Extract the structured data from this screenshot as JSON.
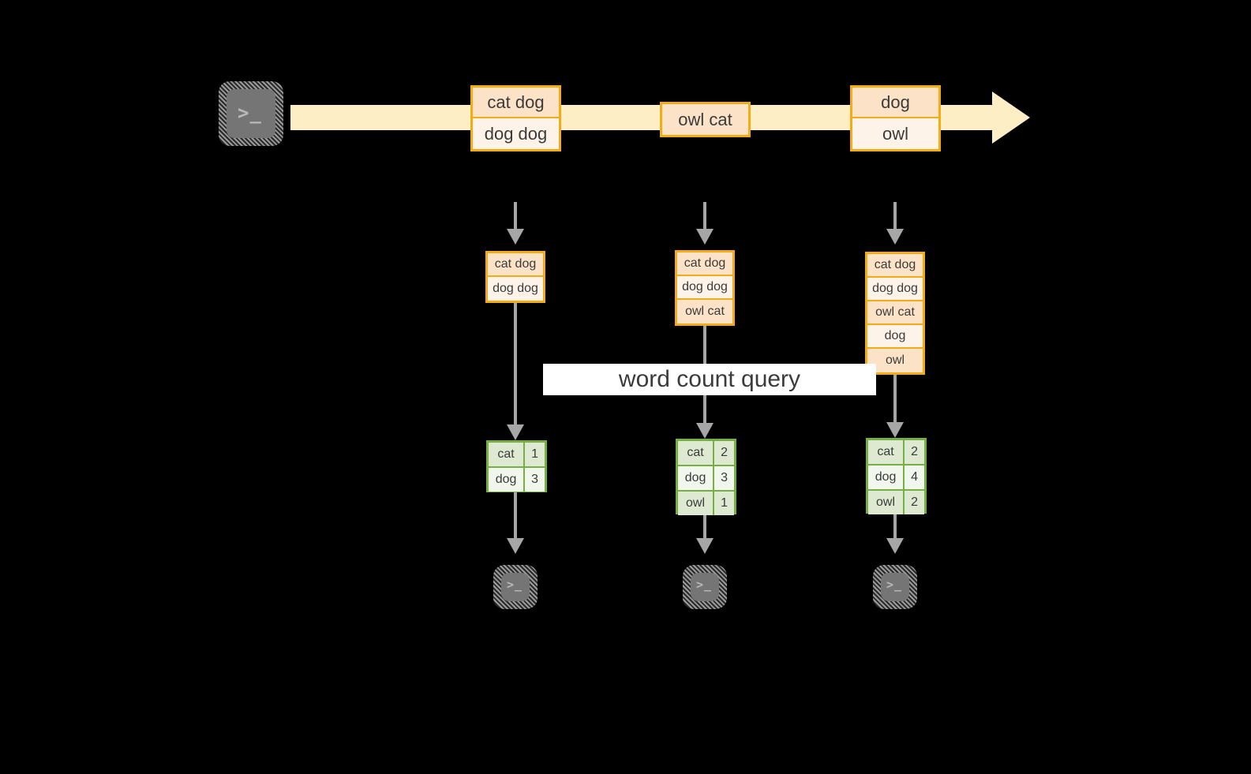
{
  "diagram": {
    "title_label": "word count query",
    "colors": {
      "event_border": "#f5ab14",
      "event_fill_dark": "#fce3c7",
      "event_fill_light": "#fdf3e8",
      "stream_arrow": "#fdeec6",
      "result_border": "#76b043",
      "result_fill_dark": "#dde9d0",
      "result_fill_light": "#f2f7ed",
      "connector": "#a6a6a6",
      "terminal_fill": "#757575",
      "background": "#000000",
      "text": "#3b3b3b"
    },
    "source_terminal": {
      "icon": "terminal-icon",
      "prompt": ">_"
    },
    "stream": {
      "arrow_direction": "right",
      "events": [
        {
          "id": "batch-1",
          "lines": [
            "cat dog",
            "dog dog"
          ]
        },
        {
          "id": "batch-2",
          "lines": [
            "owl cat"
          ]
        },
        {
          "id": "batch-3",
          "lines": [
            "dog",
            "owl"
          ]
        }
      ]
    },
    "snapshots": [
      {
        "id": "snapshot-1",
        "accumulated": [
          "cat dog",
          "dog dog"
        ],
        "result": {
          "rows": [
            {
              "word": "cat",
              "count": "1"
            },
            {
              "word": "dog",
              "count": "3"
            }
          ]
        },
        "sink": {
          "icon": "terminal-icon",
          "prompt": ">_"
        }
      },
      {
        "id": "snapshot-2",
        "accumulated": [
          "cat dog",
          "dog dog",
          "owl cat"
        ],
        "result": {
          "rows": [
            {
              "word": "cat",
              "count": "2"
            },
            {
              "word": "dog",
              "count": "3"
            },
            {
              "word": "owl",
              "count": "1"
            }
          ]
        },
        "sink": {
          "icon": "terminal-icon",
          "prompt": ">_"
        }
      },
      {
        "id": "snapshot-3",
        "accumulated": [
          "cat dog",
          "dog dog",
          "owl cat",
          "dog",
          "owl"
        ],
        "result": {
          "rows": [
            {
              "word": "cat",
              "count": "2"
            },
            {
              "word": "dog",
              "count": "4"
            },
            {
              "word": "owl",
              "count": "2"
            }
          ]
        },
        "sink": {
          "icon": "terminal-icon",
          "prompt": ">_"
        }
      }
    ]
  }
}
